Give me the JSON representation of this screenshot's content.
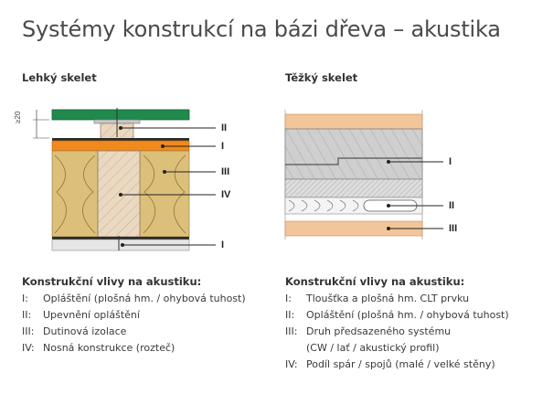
{
  "title": "Systémy konstrukcí na bázi dřeva – akustika",
  "left": {
    "heading": "Lehký skelet",
    "dimension": "≥20",
    "callouts": [
      "II",
      "I",
      "III",
      "IV",
      "I"
    ],
    "legend_title": "Konstrukční vlivy na akustiku:",
    "legend": [
      {
        "num": "I:",
        "text": "Opláštění (plošná hm. / ohybová tuhost)"
      },
      {
        "num": "II:",
        "text": "Upevnění opláštění"
      },
      {
        "num": "III:",
        "text": "Dutinová izolace"
      },
      {
        "num": "IV:",
        "text": "Nosná konstrukce (rozteč)"
      }
    ]
  },
  "right": {
    "heading": "Těžký skelet",
    "callouts": [
      "I",
      "II",
      "III"
    ],
    "legend_title": "Konstrukční vlivy na akustiku:",
    "legend": [
      {
        "num": "I:",
        "text": "Tloušťka a plošná hm. CLT prvku"
      },
      {
        "num": "II:",
        "text": "Opláštění (plošná hm. / ohybová tuhost)"
      },
      {
        "num": "III:",
        "text": "Druh předsazeného systému"
      },
      {
        "num": "",
        "text": "(CW / lať / akustický profil)"
      },
      {
        "num": "IV:",
        "text": "Podíl spár / spojů (malé / velké stěny)"
      }
    ]
  },
  "colors": {
    "green_board": "#1f8a4c",
    "orange_board": "#f08a1c",
    "wood": "#e8d6bc",
    "insulation": "#dcc07a",
    "concrete": "#c9c9c9",
    "membrane": "#2b2b2b",
    "plaster": "#f3c59a"
  }
}
